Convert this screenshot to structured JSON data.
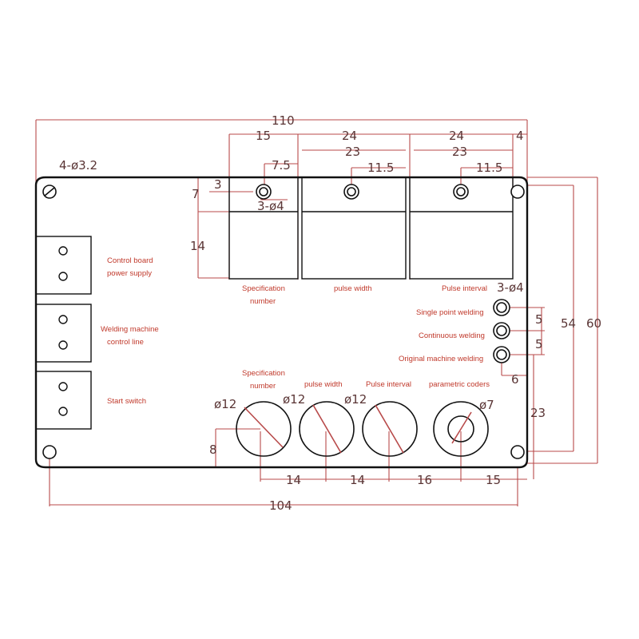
{
  "colors": {
    "outline": "#111111",
    "dimension": "#b84a4a",
    "label": "#c0392b",
    "dim_text": "#5a3535"
  },
  "labels": {
    "control_board_l1": "Control board",
    "control_board_l2": "power supply",
    "welding_ctrl_l1": "Welding machine",
    "welding_ctrl_l2": "control line",
    "start_switch": "Start switch",
    "spec_number_top_l1": "Specification",
    "spec_number_top_l2": "number",
    "pulse_width_top": "pulse width",
    "pulse_interval_top": "Pulse interval",
    "single_point": "Single point welding",
    "continuous": "Continuous welding",
    "original_machine": "Original machine welding",
    "spec_number_knob_l1": "Specification",
    "spec_number_knob_l2": "number",
    "pulse_width_knob": "pulse width",
    "pulse_interval_knob": "Pulse interval",
    "parametric_coders": "parametric coders"
  },
  "dimensions": {
    "d110": "110",
    "d15": "15",
    "d24a": "24",
    "d24b": "24",
    "d4": "4",
    "d23a": "23",
    "d23b": "23",
    "d7_5": "7.5",
    "d11_5a": "11.5",
    "d11_5b": "11.5",
    "d4_holes": "4-ø3.2",
    "d3": "3",
    "d7": "7",
    "d3_holes4": "3-ø4",
    "d14_left": "14",
    "d3_holes4_right": "3-ø4",
    "d5a": "5",
    "d5b": "5",
    "d54": "54",
    "d60": "60",
    "d6": "6",
    "d23_right": "23",
    "phi12a": "ø12",
    "phi12b": "ø12",
    "phi12c": "ø12",
    "phi7": "ø7",
    "d8": "8",
    "d14a": "14",
    "d14b": "14",
    "d16": "16",
    "d15_bottom": "15",
    "d104": "104"
  }
}
